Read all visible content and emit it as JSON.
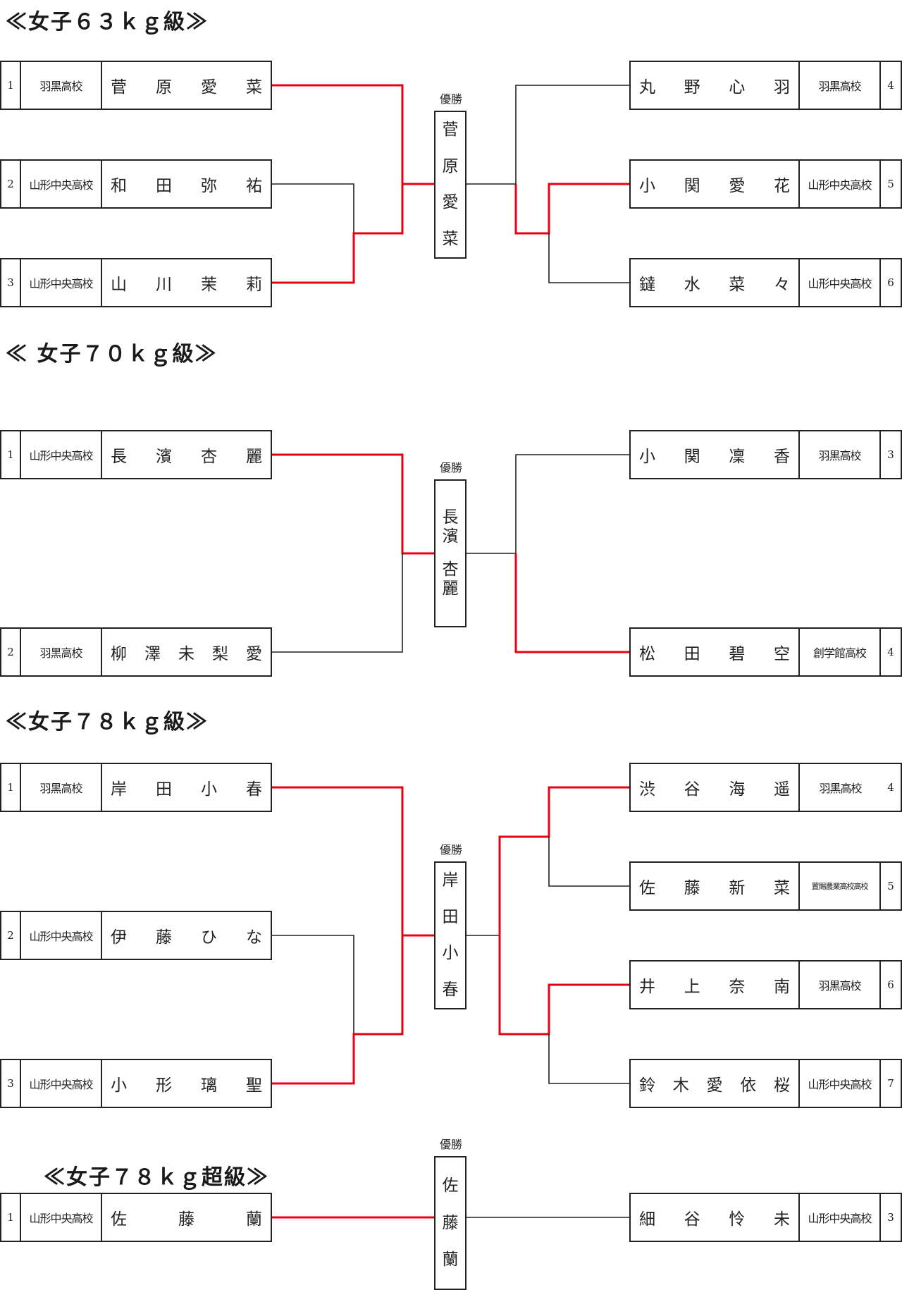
{
  "colors": {
    "win_line": "#e60012",
    "line": "#222222"
  },
  "winner_label": "優勝",
  "sections": [
    {
      "title": "≪女子６３ｋｇ級≫",
      "winner": [
        "菅",
        "原",
        "愛",
        "菜"
      ],
      "left": [
        {
          "num": "1",
          "school": "羽黒高校",
          "name": [
            "菅",
            "原",
            "愛",
            "菜"
          ]
        },
        {
          "num": "2",
          "school": "山形中央高校",
          "name": [
            "和",
            "田",
            "弥",
            "祐"
          ]
        },
        {
          "num": "3",
          "school": "山形中央高校",
          "name": [
            "山",
            "川",
            "茉",
            "莉"
          ]
        }
      ],
      "right": [
        {
          "num": "4",
          "school": "羽黒高校",
          "name": [
            "丸",
            "野",
            "心",
            "羽"
          ]
        },
        {
          "num": "5",
          "school": "山形中央高校",
          "name": [
            "小",
            "関",
            "愛",
            "花"
          ]
        },
        {
          "num": "6",
          "school": "山形中央高校",
          "name": [
            "鐽",
            "水",
            "菜",
            "々"
          ]
        }
      ]
    },
    {
      "title": "≪ 女子７０ｋｇ級≫",
      "winner": [
        "長",
        "濱",
        "杏",
        "麗"
      ],
      "left": [
        {
          "num": "1",
          "school": "山形中央高校",
          "name": [
            "長",
            "濱",
            "杏",
            "麗"
          ]
        },
        {
          "num": "2",
          "school": "羽黒高校",
          "name": [
            "柳",
            "澤",
            "未",
            "梨",
            "愛"
          ]
        }
      ],
      "right": [
        {
          "num": "3",
          "school": "羽黒高校",
          "name": [
            "小",
            "関",
            "凜",
            "香"
          ]
        },
        {
          "num": "4",
          "school": "創学館高校",
          "name": [
            "松",
            "田",
            "碧",
            "空"
          ]
        }
      ]
    },
    {
      "title": "≪女子７８ｋｇ級≫",
      "winner": [
        "岸",
        "田",
        "小",
        "春"
      ],
      "left": [
        {
          "num": "1",
          "school": "羽黒高校",
          "name": [
            "岸",
            "田",
            "小",
            "春"
          ]
        },
        {
          "num": "2",
          "school": "山形中央高校",
          "name": [
            "伊",
            "藤",
            "ひ",
            "な"
          ]
        },
        {
          "num": "3",
          "school": "山形中央高校",
          "name": [
            "小",
            "形",
            "璃",
            "聖"
          ]
        }
      ],
      "right": [
        {
          "num": "4",
          "school": "羽黒高校",
          "name": [
            "渋",
            "谷",
            "海",
            "遥"
          ]
        },
        {
          "num": "5",
          "school": "置賜農業高校高校",
          "name": [
            "佐",
            "藤",
            "新",
            "菜"
          ]
        },
        {
          "num": "6",
          "school": "羽黒高校",
          "name": [
            "井",
            "上",
            "奈",
            "南"
          ]
        },
        {
          "num": "7",
          "school": "山形中央高校",
          "name": [
            "鈴",
            "木",
            "愛",
            "依",
            "桜"
          ]
        }
      ]
    },
    {
      "title": "≪女子７８ｋｇ超級≫",
      "winner": [
        "佐",
        "藤",
        "蘭"
      ],
      "left": [
        {
          "num": "1",
          "school": "山形中央高校",
          "name": [
            "佐",
            "藤",
            "蘭"
          ]
        }
      ],
      "right": [
        {
          "num": "3",
          "school": "山形中央高校",
          "name": [
            "細",
            "谷",
            "怜",
            "未"
          ]
        }
      ]
    }
  ]
}
